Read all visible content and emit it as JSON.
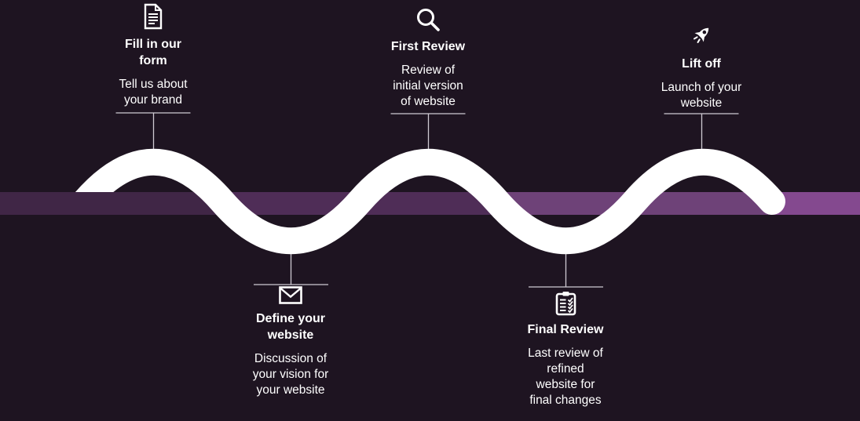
{
  "diagram": {
    "name": "website-build-process-timeline",
    "type": "process-timeline",
    "colors": {
      "background": "#1e1421",
      "wave": "#ffffff",
      "text": "#ffffff",
      "connector": "#cfcad2",
      "band_segments": [
        "#402646",
        "#4f2d57",
        "#6e4278",
        "#84498f"
      ]
    },
    "steps": [
      {
        "icon": "document-form-icon",
        "title": "Fill in our\nform",
        "subtitle": "Tell us about\nyour brand",
        "position": "top"
      },
      {
        "icon": "envelope-icon",
        "title": "Define your\nwebsite",
        "subtitle": "Discussion of\nyour vision for\nyour website",
        "position": "bottom"
      },
      {
        "icon": "magnifier-icon",
        "title": "First Review",
        "subtitle": "Review of\ninitial version\nof website",
        "position": "top"
      },
      {
        "icon": "clipboard-checklist-icon",
        "title": "Final Review",
        "subtitle": "Last review of\nrefined\nwebsite for\nfinal changes",
        "position": "bottom"
      },
      {
        "icon": "rocket-icon",
        "title": "Lift off",
        "subtitle": "Launch of your\nwebsite",
        "position": "top"
      }
    ]
  }
}
